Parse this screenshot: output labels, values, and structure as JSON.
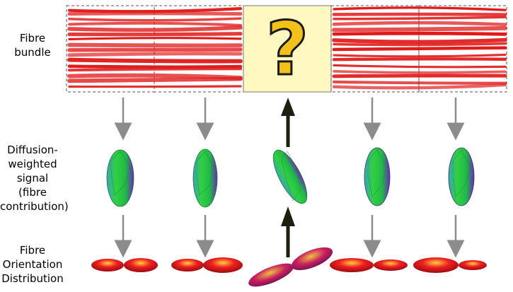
{
  "rows": {
    "bundle_label": "Fibre\nbundle",
    "signal_label": "Diffusion-\nweighted\nsignal\n(fibre\ncontribution)",
    "odf_label": "Fibre\nOrientation\nDistribution"
  },
  "unknown_symbol": "?",
  "colors": {
    "fibre": "#e01a1a",
    "highlight_box": "#fff8c0",
    "question_mark": "#f2c21a",
    "down_arrow": "#8c8c8c",
    "up_arrow": "#1f1f10",
    "lobe": "#e8101a"
  },
  "columns": [
    {
      "id": "c1",
      "state": "known"
    },
    {
      "id": "c2",
      "state": "known"
    },
    {
      "id": "c3",
      "state": "unknown",
      "odf_tilt": "oblique"
    },
    {
      "id": "c4",
      "state": "known"
    },
    {
      "id": "c5",
      "state": "known"
    }
  ]
}
